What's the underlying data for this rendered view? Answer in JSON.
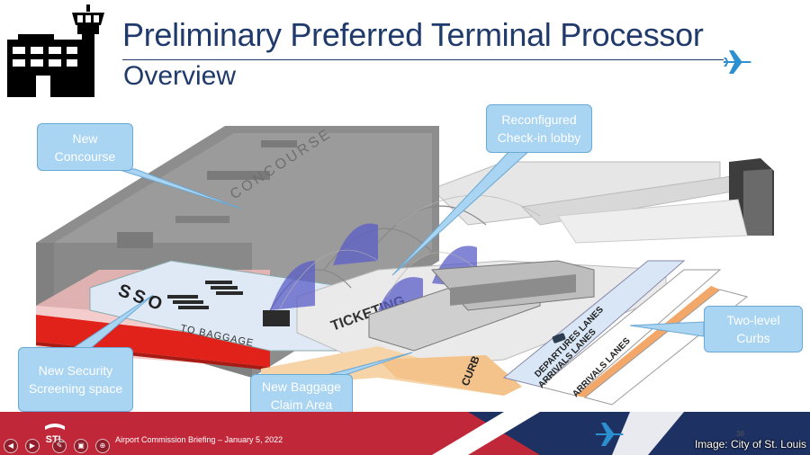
{
  "slide": {
    "title": "Preliminary Preferred Terminal Processor",
    "subtitle": "Overview"
  },
  "callouts": {
    "new_concourse": "New Concourse",
    "checkin_lobby": "Reconfigured Check-in lobby",
    "two_level_curbs": "Two-level Curbs",
    "security_screening": "New Security Screening space",
    "baggage_claim": "New Baggage Claim Area"
  },
  "diagram_labels": {
    "concourse_floor": "CONCOURSE",
    "to_baggage": "TO BAGGAGE",
    "security_floor": "SSO",
    "tickets_floor": "TICKETING",
    "curb": "CURB",
    "departures_lanes": "DEPARTURES LANES",
    "arrivals_lanes_upper": "ARRIVALS LANES",
    "arrivals_lanes_lower": "ARRIVALS LANES"
  },
  "footer": {
    "brand": "STL",
    "briefing": "Airport Commission Briefing – January 5, 2022",
    "page_number": "36",
    "credit": "Image: City of St. Louis"
  },
  "controls": {
    "prev": "◀",
    "next": "▶",
    "pen": "✎",
    "slides": "▣",
    "zoom": "⊕",
    "more": "⋯"
  },
  "colors": {
    "title_blue": "#1f3a6b",
    "callout_fill": "#a9d4f2",
    "footer_red": "#c0283a",
    "footer_navy": "#1e3163",
    "plane_blue": "#2b8fd0"
  },
  "icons": [
    "control-tower-icon",
    "airplane-icon"
  ]
}
